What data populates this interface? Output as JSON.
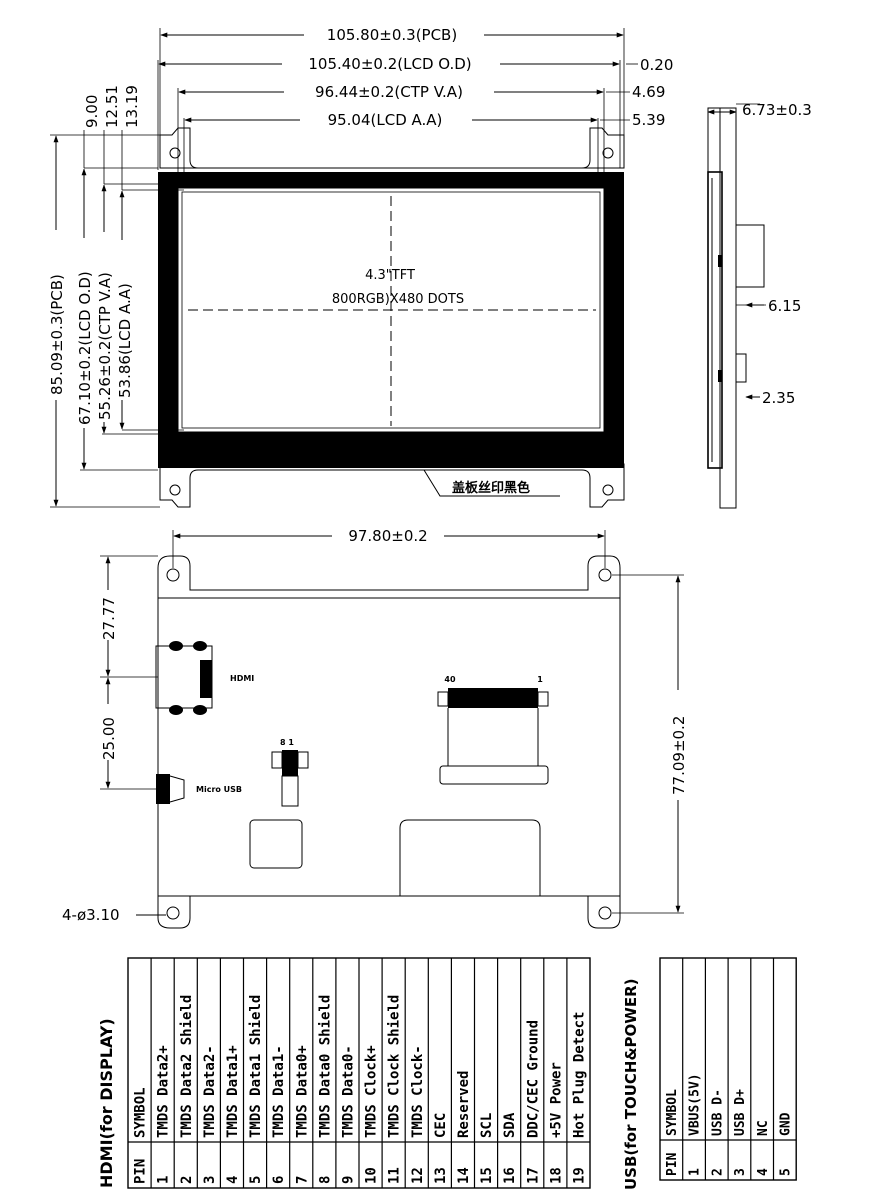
{
  "dims_top": {
    "pcb_w": "105.80±0.3(PCB)",
    "lcd_od_w": "105.40±0.2(LCD O.D)",
    "ctp_va_w": "96.44±0.2(CTP V.A)",
    "lcd_aa_w": "95.04(LCD A.A)",
    "off_020": "0.20",
    "off_469": "4.69",
    "off_539": "5.39",
    "v_900": "9.00",
    "v_1251": "12.51",
    "v_1319": "13.19",
    "pcb_h": "85.09±0.3(PCB)",
    "lcd_od_h": "67.10±0.2(LCD O.D)",
    "ctp_va_h": "55.26±0.2(CTP V.A)",
    "lcd_aa_h": "53.86(LCD A.A)",
    "screen_line1": "4.3\"TFT",
    "screen_line2": "800RGB)X480  DOTS",
    "silk_note": "盖板丝印黑色"
  },
  "dims_side": {
    "thickness": "6.73±0.3",
    "d615": "6.15",
    "d235": "2.35"
  },
  "dims_back": {
    "hole_span": "97.80±0.2",
    "d2777": "27.77",
    "d2500": "25.00",
    "hole_v": "77.09±0.2",
    "holes": "4-ø3.10",
    "hdmi": "HDMI",
    "micro_usb": "Micro USB",
    "fpc_pin40": "40",
    "fpc_pin1": "1",
    "switch_pins": "8 1"
  },
  "hdmi_table": {
    "title": "HDMI(for DISPLAY)",
    "header_pin": "PIN",
    "header_symbol": "SYMBOL",
    "rows": [
      {
        "pin": "1",
        "symbol": "TMDS Data2+"
      },
      {
        "pin": "2",
        "symbol": "TMDS Data2 Shield"
      },
      {
        "pin": "3",
        "symbol": "TMDS Data2-"
      },
      {
        "pin": "4",
        "symbol": "TMDS Data1+"
      },
      {
        "pin": "5",
        "symbol": "TMDS Data1 Shield"
      },
      {
        "pin": "6",
        "symbol": "TMDS Data1-"
      },
      {
        "pin": "7",
        "symbol": "TMDS Data0+"
      },
      {
        "pin": "8",
        "symbol": "TMDS Data0 Shield"
      },
      {
        "pin": "9",
        "symbol": "TMDS Data0-"
      },
      {
        "pin": "10",
        "symbol": "TMDS Clock+"
      },
      {
        "pin": "11",
        "symbol": "TMDS Clock Shield"
      },
      {
        "pin": "12",
        "symbol": "TMDS Clock-"
      },
      {
        "pin": "13",
        "symbol": "CEC"
      },
      {
        "pin": "14",
        "symbol": "Reserved"
      },
      {
        "pin": "15",
        "symbol": "SCL"
      },
      {
        "pin": "16",
        "symbol": "SDA"
      },
      {
        "pin": "17",
        "symbol": "DDC/CEC Ground"
      },
      {
        "pin": "18",
        "symbol": "+5V Power"
      },
      {
        "pin": "19",
        "symbol": "Hot Plug Detect"
      }
    ]
  },
  "usb_table": {
    "title": "USB(for TOUCH&POWER)",
    "header_pin": "PIN",
    "header_symbol": "SYMBOL",
    "rows": [
      {
        "pin": "1",
        "symbol": "VBUS(5V)"
      },
      {
        "pin": "2",
        "symbol": "USB D-"
      },
      {
        "pin": "3",
        "symbol": "USB D+"
      },
      {
        "pin": "4",
        "symbol": "NC"
      },
      {
        "pin": "5",
        "symbol": "GND"
      }
    ]
  }
}
